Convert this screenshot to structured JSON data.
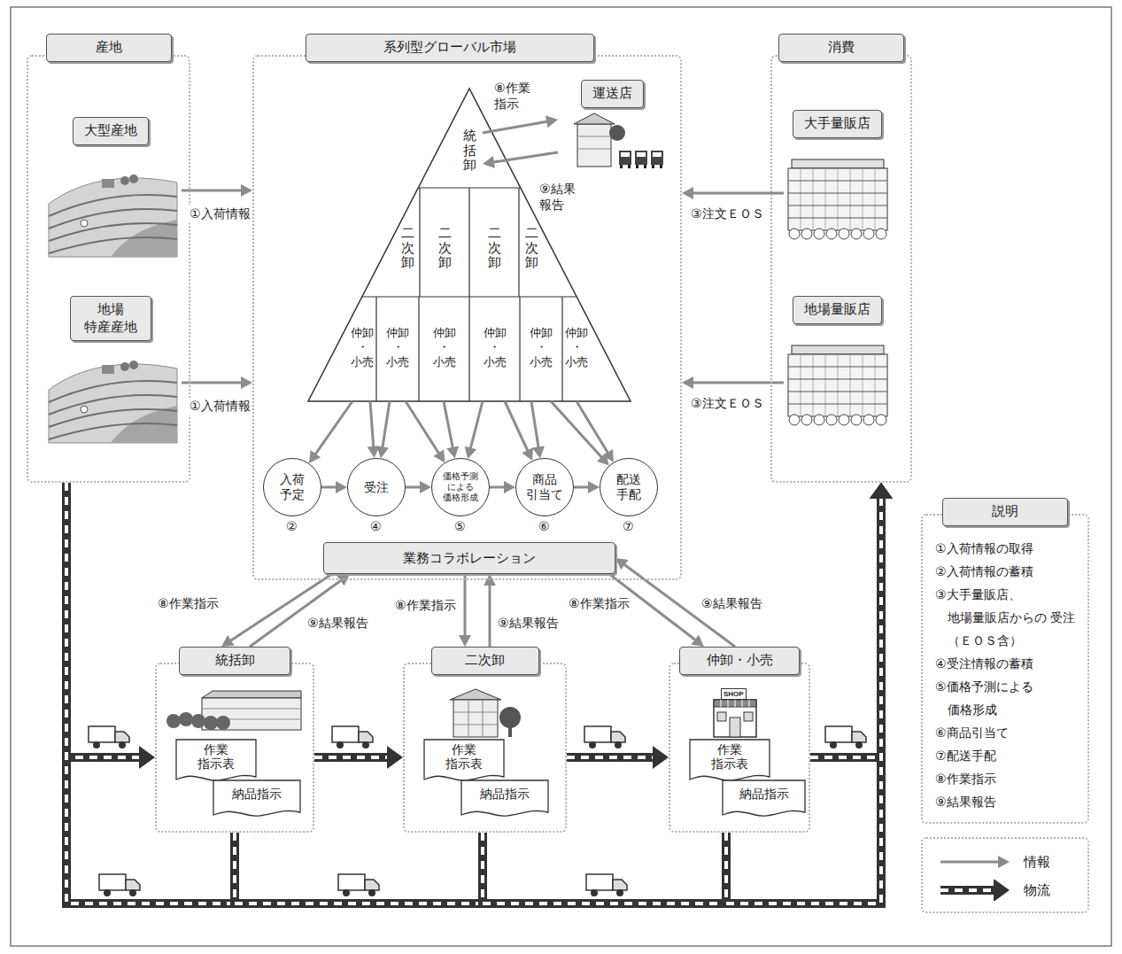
{
  "diagram": {
    "nodes": [
      {
        "text": [
          "産地"
        ]
      },
      {
        "text": [
          "大型産地"
        ],
        "in": 0
      },
      {
        "text": [
          "地場 特産産地"
        ],
        "in": 0
      },
      {
        "text": [
          "系列型グローバル市場"
        ]
      },
      {
        "text": [
          "統括卸"
        ],
        "in": 3
      },
      {
        "text": [
          "二次卸"
        ],
        "in": 3
      },
      {
        "text": [
          "二次卸"
        ],
        "in": 3
      },
      {
        "text": [
          "二次卸"
        ],
        "in": 3
      },
      {
        "text": [
          "二次卸"
        ],
        "in": 3
      },
      {
        "text": [
          "仲卸 ・ 小売"
        ],
        "in": 3
      },
      {
        "text": [
          "仲卸 ・ 小売"
        ],
        "in": 3
      },
      {
        "text": [
          "仲卸 ・ 小売"
        ],
        "in": 3
      },
      {
        "text": [
          "仲卸 ・ 小売"
        ],
        "in": 3
      },
      {
        "text": [
          "仲卸 ・ 小売"
        ],
        "in": 3
      },
      {
        "text": [
          "仲卸 ・ 小売"
        ],
        "in": 3
      },
      {
        "text": [
          "運送店"
        ],
        "in": 3
      },
      {
        "text": [
          "入荷 予定"
        ],
        "in": 3
      },
      {
        "text": [
          "受注"
        ],
        "in": 3
      },
      {
        "text": [
          "価格予測 による 価格形成"
        ],
        "in": 3
      },
      {
        "text": [
          "商品 引当て"
        ],
        "in": 3
      },
      {
        "text": [
          "配送 手配"
        ],
        "in": 3
      },
      {
        "text": [
          "業務コラボレーション"
        ],
        "in": 3
      },
      {
        "text": [
          "消費"
        ]
      },
      {
        "text": [
          "大手量販店"
        ],
        "in": 22
      },
      {
        "text": [
          "地場量販店"
        ],
        "in": 22
      },
      {
        "text": [
          "統括卸"
        ]
      },
      {
        "text": [
          "作業 指示表"
        ],
        "in": 25
      },
      {
        "text": [
          "納品指示"
        ],
        "in": 25
      },
      {
        "text": [
          "二次卸"
        ]
      },
      {
        "text": [
          "作業 指示表"
        ],
        "in": 28
      },
      {
        "text": [
          "納品指示"
        ],
        "in": 28
      },
      {
        "text": [
          "仲卸・小売"
        ]
      },
      {
        "text": [
          "作業 指示表"
        ],
        "in": 31
      },
      {
        "text": [
          "納品指示"
        ],
        "in": 31
      },
      {
        "text": [
          "説明",
          "①入荷情報の取得",
          "②入荷情報の蓄積",
          "③大手量販店、 地場量販店からの 受注（ＥＯＳ含）",
          "④受注情報の蓄積",
          "⑤価格予測による 価格形成",
          "⑥商品引当て",
          "⑦配送手配",
          "⑧作業指示",
          "⑨結果報告"
        ]
      }
    ],
    "edges": [
      {
        "from": 1,
        "to": 3,
        "arrow": "to",
        "label": "①入荷情報"
      },
      {
        "from": 2,
        "to": 3,
        "arrow": "to",
        "label": "①入荷情報"
      },
      {
        "from": 23,
        "to": 3,
        "arrow": "to",
        "label": "③注文ＥＯＳ"
      },
      {
        "from": 24,
        "to": 3,
        "arrow": "to",
        "label": "③注文ＥＯＳ"
      },
      {
        "from": 4,
        "to": 15,
        "arrow": "to",
        "label": "⑧作業 指示"
      },
      {
        "from": 15,
        "to": 4,
        "arrow": "to",
        "label": "⑨結果 報告"
      },
      {
        "from": 9,
        "to": 16,
        "arrow": "to"
      },
      {
        "from": 9,
        "to": 17,
        "arrow": "to"
      },
      {
        "from": 10,
        "to": 17,
        "arrow": "to"
      },
      {
        "from": 10,
        "to": 18,
        "arrow": "to"
      },
      {
        "from": 11,
        "to": 18,
        "arrow": "to"
      },
      {
        "from": 12,
        "to": 18,
        "arrow": "to"
      },
      {
        "from": 12,
        "to": 19,
        "arrow": "to"
      },
      {
        "from": 13,
        "to": 19,
        "arrow": "to"
      },
      {
        "from": 13,
        "to": 20,
        "arrow": "to"
      },
      {
        "from": 14,
        "to": 20,
        "arrow": "to"
      },
      {
        "from": 16,
        "to": 17,
        "arrow": "to"
      },
      {
        "from": 17,
        "to": 18,
        "arrow": "to"
      },
      {
        "from": 18,
        "to": 19,
        "arrow": "to"
      },
      {
        "from": 19,
        "to": 20,
        "arrow": "to"
      },
      {
        "from": 21,
        "to": 25,
        "arrow": "to",
        "label": "⑧作業指示"
      },
      {
        "from": 25,
        "to": 21,
        "arrow": "to",
        "label": "⑨結果報告"
      },
      {
        "from": 21,
        "to": 28,
        "arrow": "to",
        "label": "⑧作業指示"
      },
      {
        "from": 28,
        "to": 21,
        "arrow": "to",
        "label": "⑨結果報告"
      },
      {
        "from": 21,
        "to": 31,
        "arrow": "to",
        "label": "⑧作業指示"
      },
      {
        "from": 31,
        "to": 21,
        "arrow": "to",
        "label": "⑨結果報告"
      },
      {
        "from": 0,
        "to": 25,
        "arrow": "to"
      },
      {
        "from": 25,
        "to": 28,
        "arrow": "to"
      },
      {
        "from": 28,
        "to": 31,
        "arrow": "to"
      },
      {
        "from": 31,
        "to": 22,
        "arrow": "to"
      },
      {
        "from": 0,
        "to": 22,
        "arrow": "to"
      },
      {
        "from": 25,
        "to": 22,
        "arrow": "to"
      },
      {
        "from": 28,
        "to": 22,
        "arrow": "to"
      },
      {
        "from": 31,
        "to": 22,
        "arrow": "to"
      }
    ],
    "labels": [
      "②",
      "④",
      "⑤",
      "⑥",
      "⑦",
      "SHOP"
    ],
    "legend": [
      {
        "text": "情報"
      },
      {
        "text": "物流"
      }
    ]
  }
}
